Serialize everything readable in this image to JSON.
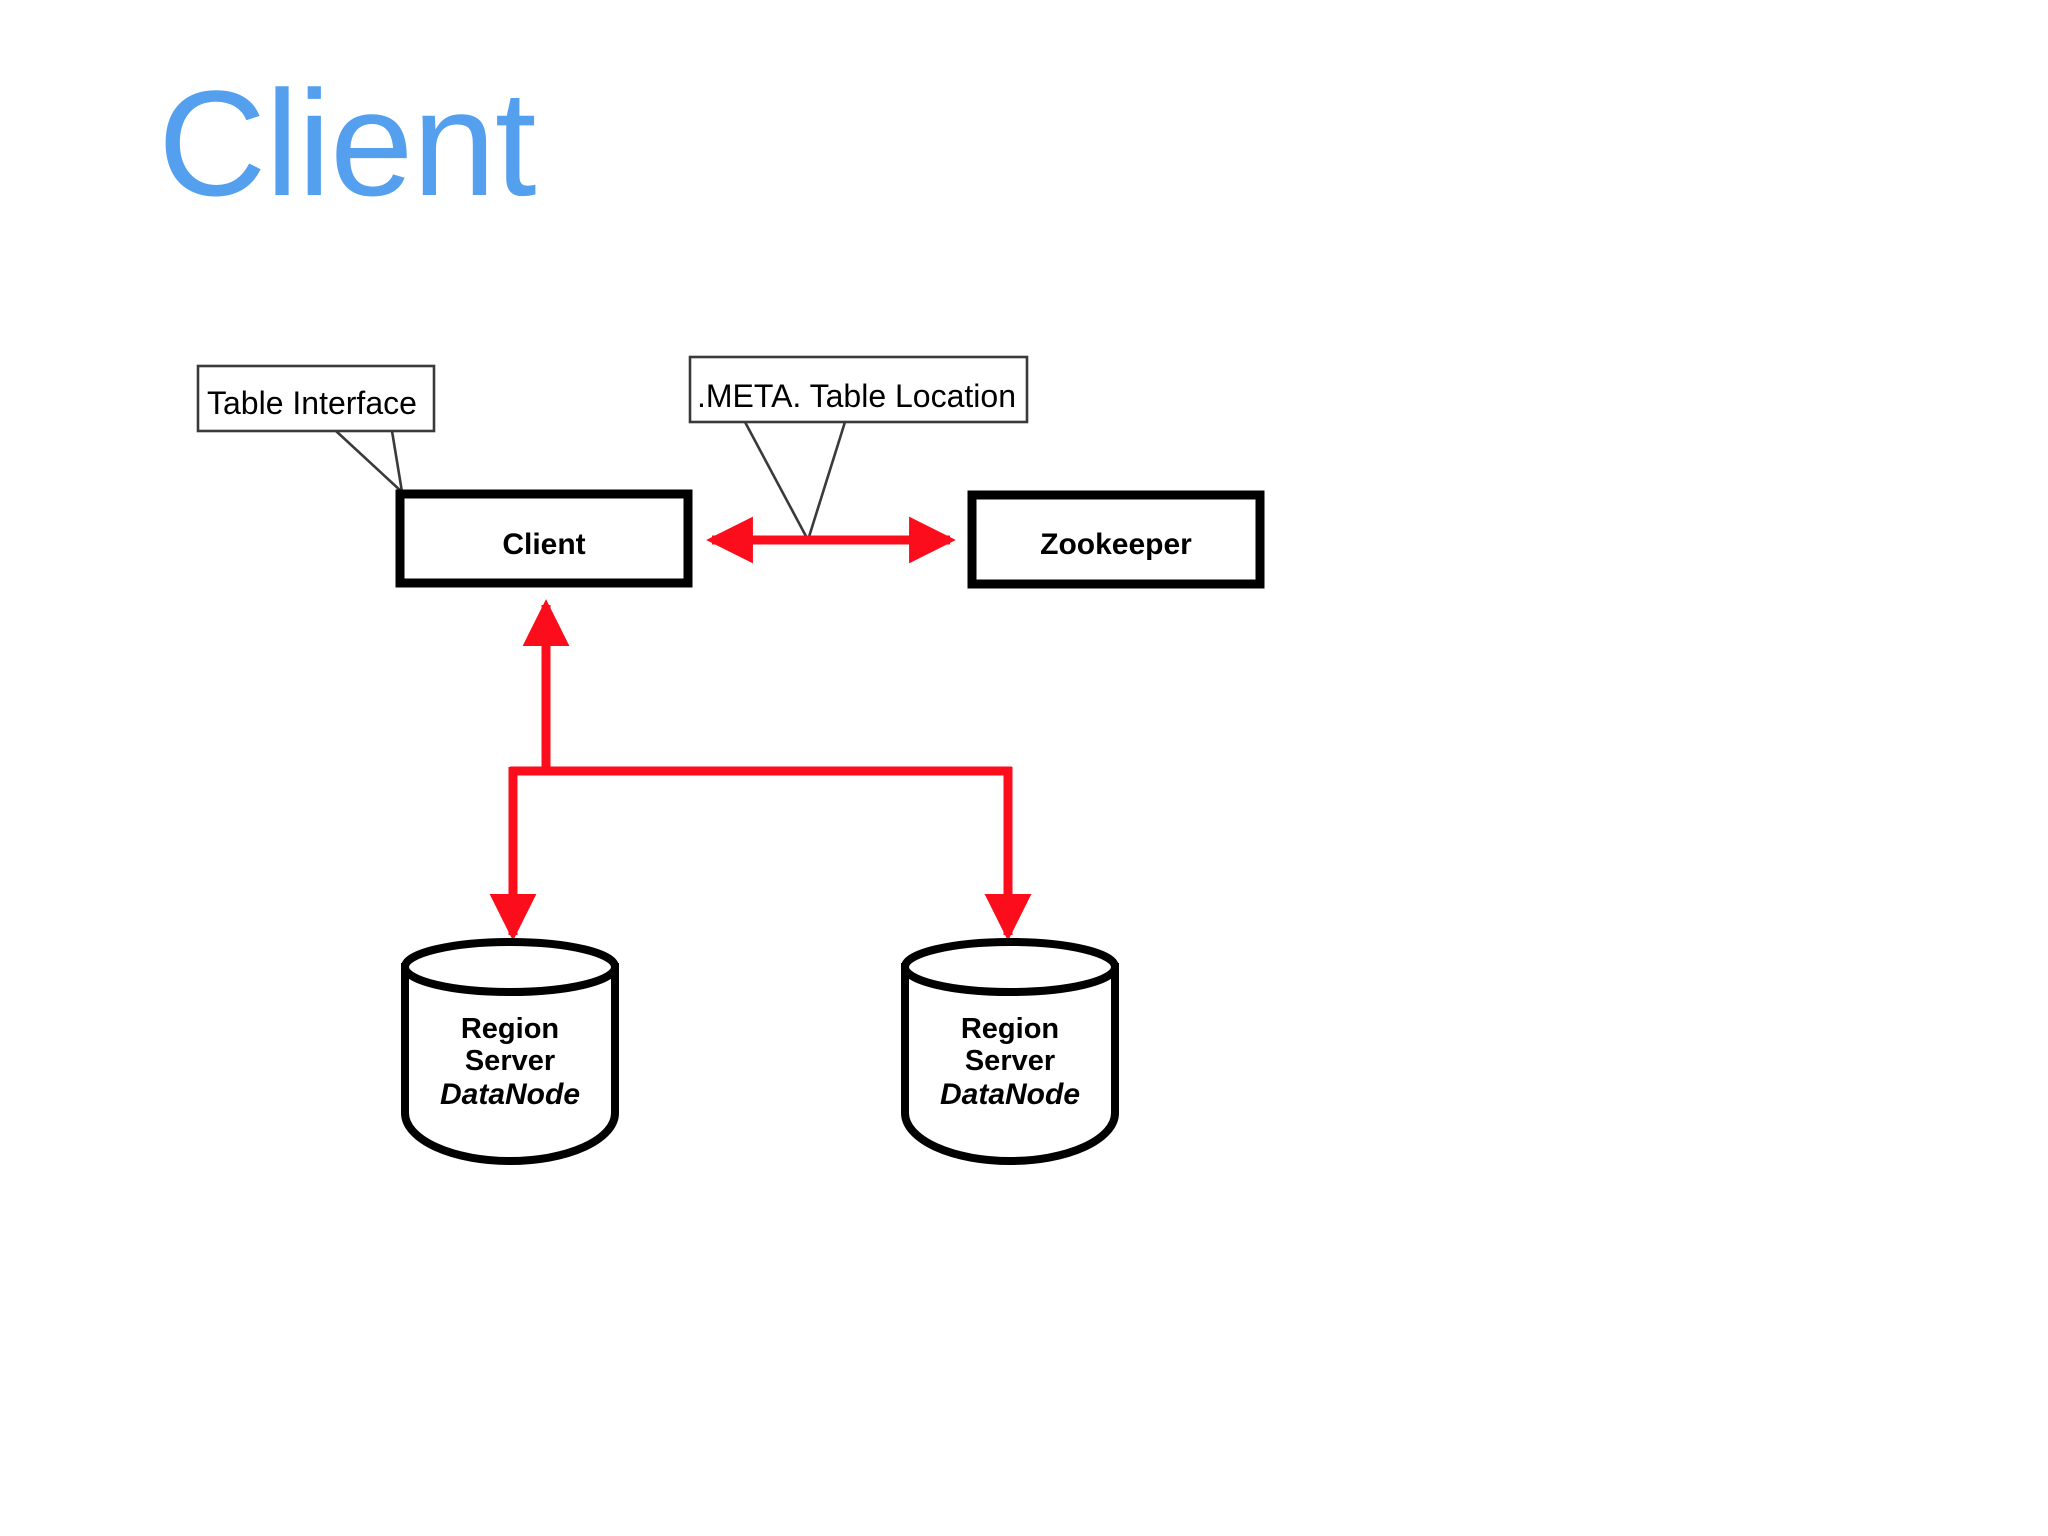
{
  "slide": {
    "title": "Client",
    "title_color": "#54a0ef",
    "background": "#ffffff"
  },
  "diagram": {
    "type": "architecture-diagram",
    "accent_arrow_color": "#fb0d1b",
    "shape_stroke_color": "#000000",
    "callouts": [
      {
        "id": "table-interface",
        "label": "Table Interface",
        "points_to": "client-box"
      },
      {
        "id": "meta-table-location",
        "label": ".META. Table Location",
        "points_to": "client-zookeeper-arrow"
      }
    ],
    "nodes": [
      {
        "id": "client-box",
        "label": "Client",
        "shape": "rectangle"
      },
      {
        "id": "zookeeper-box",
        "label": "Zookeeper",
        "shape": "rectangle"
      },
      {
        "id": "region-server-1",
        "shape": "cylinder",
        "line1": "Region",
        "line2": "Server",
        "line3": "DataNode"
      },
      {
        "id": "region-server-2",
        "shape": "cylinder",
        "line1": "Region",
        "line2": "Server",
        "line3": "DataNode"
      }
    ],
    "connectors": [
      {
        "id": "client-zookeeper",
        "from": "client-box",
        "to": "zookeeper-box",
        "style": "double-arrow",
        "color": "#fb0d1b"
      },
      {
        "id": "regionservers-to-client",
        "from": "client-box",
        "to": "region-server-1, region-server-2",
        "style": "tree-arrow",
        "color": "#fb0d1b"
      }
    ]
  }
}
